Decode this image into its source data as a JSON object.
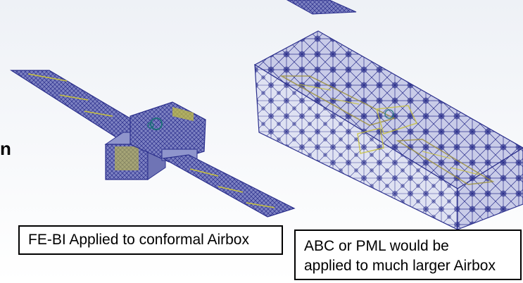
{
  "side_text": "n",
  "captions": {
    "left": "FE-BI Applied to conformal Airbox",
    "right_line1": "ABC or PML would be",
    "right_line2": "applied to much larger Airbox"
  },
  "colors": {
    "mesh": "#2b2f8c",
    "mesh_fill": "#8f95cc",
    "solar_panel_stripe": "#c8c23a",
    "box_face": "#d8dbee"
  },
  "figures": {
    "left": "satellite-mesh-with-conformal-airbox",
    "right": "satellite-inside-large-rectangular-airbox-mesh"
  }
}
